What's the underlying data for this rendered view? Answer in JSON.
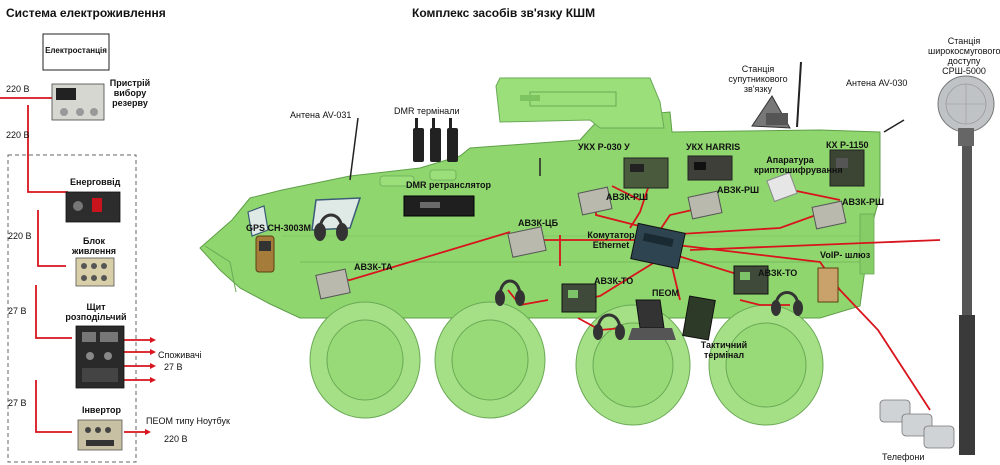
{
  "titles": {
    "power": "Система електроживлення",
    "comms": "Комплекс засобів зв'язку КШМ"
  },
  "power_labels": {
    "station": "Електростанція",
    "reserve": "Пристрій вибору резерву",
    "input_220_a": "220 В",
    "v220_b": "220 В",
    "input_node": "Енерговвід",
    "v220_c": "220 В",
    "psu": "Блок живлення",
    "v27_a": "27 В",
    "panel": "Щит розподільчий",
    "consumers": "Споживачі",
    "v27_c": "27 В",
    "v27_b": "27 В",
    "inverter": "Інвертор",
    "laptop_pc": "ПЕОМ типу Ноутбук",
    "v220_d": "220 В"
  },
  "comm_labels": {
    "antenna_031": "Антена AV-031",
    "dmr_terminals": "DMR термінали",
    "dmr_repeater": "DMR ретранслятор",
    "gps": "GPS CH-3003M",
    "avzk_ta": "АВЗК-ТА",
    "avzk_cb": "АВЗК-ЦБ",
    "ukx_r030": "УКХ Р-030 У",
    "avzk_rsh_1": "АВЗК-РШ",
    "ukx_harris": "УКХ HARRIS",
    "avzk_rsh_2": "АВЗК-РШ",
    "satellite": "Станція супутникового зв'язку",
    "crypto": "Апаратура криптошифрування",
    "kx_r1150": "КХ Р-1150",
    "avzk_rsh_3": "АВЗК-РШ",
    "antenna_030": "Антена AV-030",
    "switch": "Комутатор Ethernet",
    "avzk_to_1": "АВЗК-ТО",
    "avzk_to_2": "АВЗК-ТО",
    "voip": "VoIP- шлюз",
    "peom": "ПЕОМ",
    "tactical": "Тактичний термінал",
    "srsh": "Станція широкосмугового доступу СРШ-5000",
    "phones": "Телефони"
  },
  "colors": {
    "vehicle": "#8fd66f",
    "vehicle_dark": "#6fb652",
    "wire": "#d8141d",
    "device": "#b9b9ae",
    "frame": "#555555"
  }
}
